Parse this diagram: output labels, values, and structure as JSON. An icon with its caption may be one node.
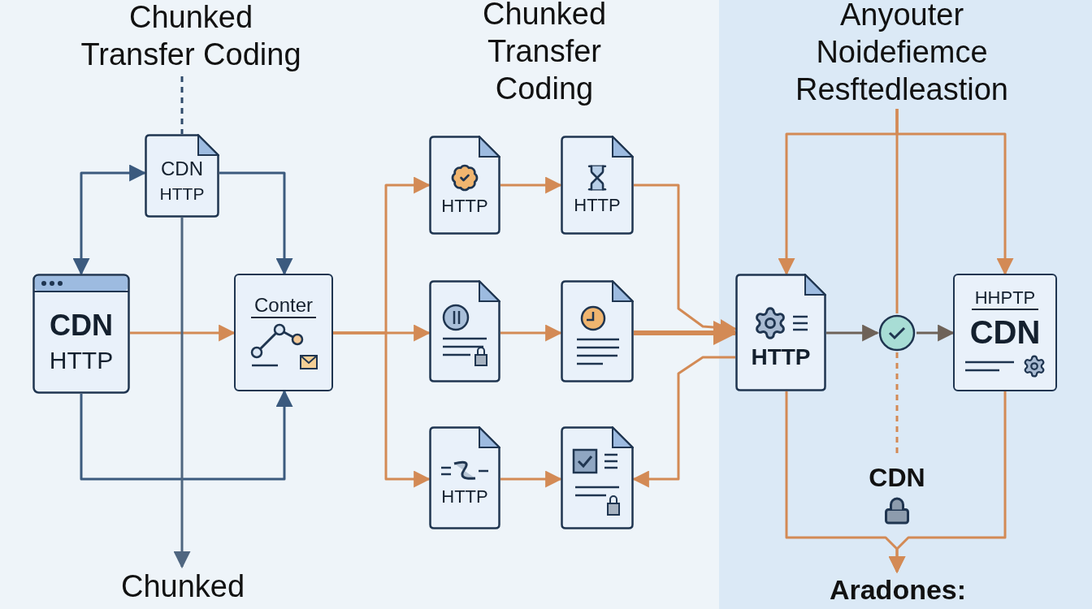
{
  "diagram": {
    "nodes": [
      {
        "text": [
          "Chunked Transfer Coding"
        ]
      },
      {
        "text": [
          "CDN",
          "HTTP"
        ]
      },
      {
        "text": [
          "CDN",
          "HTTP"
        ]
      },
      {
        "text": [
          "Conter"
        ]
      },
      {
        "text": [
          "Chunked"
        ]
      },
      {
        "text": [
          "HTTP"
        ]
      },
      {
        "text": [
          "HTTP"
        ]
      },
      {
        "text": [],
        "shape": "document"
      },
      {
        "text": [],
        "shape": "document"
      },
      {
        "text": [
          "HTTP"
        ]
      },
      {
        "text": [],
        "shape": "document"
      },
      {
        "text": [
          "Anyouter Noidefiemce Resftedleastion"
        ]
      },
      {
        "text": [
          "HTTP"
        ]
      },
      {
        "text": [],
        "shape": "circle"
      },
      {
        "text": [
          "HHPTP",
          "CDN"
        ]
      },
      {
        "text": [
          "CDN"
        ]
      },
      {
        "text": [
          "Aradones:"
        ]
      }
    ],
    "edges": [
      {
        "from": 0,
        "to": 1,
        "arrow": "none",
        "style": "dashed",
        "color": "#2f4a6b"
      },
      {
        "from": 1,
        "to": 2,
        "arrow": "both",
        "color": "#3b5a7e"
      },
      {
        "from": 1,
        "to": 3,
        "arrow": "to",
        "color": "#3b5a7e"
      },
      {
        "from": 2,
        "to": 3,
        "arrow": "to"
      },
      {
        "from": 2,
        "to": 3,
        "arrow": "to",
        "color": "#3b5a7e"
      },
      {
        "from": 1,
        "to": 4,
        "arrow": "to",
        "color": "#4f6680"
      },
      {
        "from": 3,
        "to": 5,
        "arrow": "to"
      },
      {
        "from": 3,
        "to": 7,
        "arrow": "to"
      },
      {
        "from": 3,
        "to": 9,
        "arrow": "to"
      },
      {
        "from": 5,
        "to": 6,
        "arrow": "to"
      },
      {
        "from": 7,
        "to": 8,
        "arrow": "to"
      },
      {
        "from": 9,
        "to": 10,
        "arrow": "to"
      },
      {
        "from": 6,
        "to": 12,
        "arrow": "to"
      },
      {
        "from": 8,
        "to": 12,
        "arrow": "to",
        "style": "thick"
      },
      {
        "from": 12,
        "to": 10,
        "arrow": "to"
      },
      {
        "from": 11,
        "to": 12,
        "arrow": "to"
      },
      {
        "from": 11,
        "to": 14,
        "arrow": "to"
      },
      {
        "from": 11,
        "to": 13,
        "arrow": "none"
      },
      {
        "from": 12,
        "to": 13,
        "arrow": "to",
        "color": "#6e6258"
      },
      {
        "from": 13,
        "to": 14,
        "arrow": "to",
        "color": "#6e6258"
      },
      {
        "from": 13,
        "to": 15,
        "arrow": "none",
        "style": "dashed"
      },
      {
        "from": 12,
        "to": 16,
        "arrow": "to"
      },
      {
        "from": 14,
        "to": 16,
        "arrow": "to"
      }
    ],
    "labels": [
      "Chunked Transfer Coding"
    ]
  }
}
